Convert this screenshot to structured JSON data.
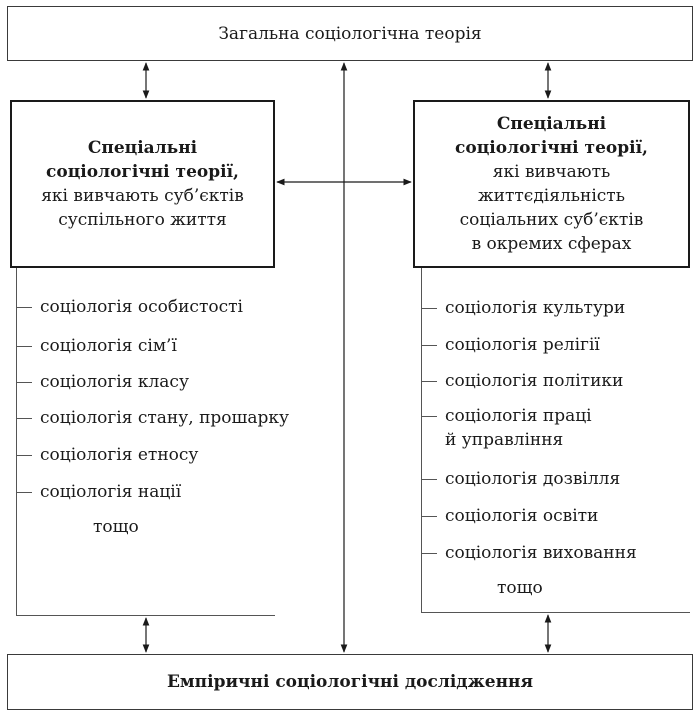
{
  "top_box": {
    "label": "Загальна соціологічна теорія"
  },
  "bottom_box": {
    "label": "Емпіричні соціологічні дослідження"
  },
  "left_theory": {
    "title_line1": "Спеціальні",
    "title_line2": "соціологічні теорії,",
    "desc_line1": "які вивчають суб’єктів",
    "desc_line2": "суспільного життя"
  },
  "right_theory": {
    "title_line1": "Спеціальні",
    "title_line2": "соціологічні теорії,",
    "desc_line1": "які вивчають",
    "desc_line2": "життєдіяльність",
    "desc_line3": "соціальних суб’єктів",
    "desc_line4": "в окремих сферах"
  },
  "left_list": {
    "items": [
      "соціологія особистості",
      "соціологія сім’ї",
      "соціологія класу",
      "соціологія стану, прошарку",
      "соціологія етносу",
      "соціологія нації"
    ],
    "etc": "тощо"
  },
  "right_list": {
    "items": [
      "соціологія культури",
      "соціологія релігії",
      "соціологія політики",
      "соціологія праці\nй управління",
      "соціологія дозвілля",
      "соціологія освіти",
      "соціологія виховання"
    ],
    "etc": "тощо"
  }
}
